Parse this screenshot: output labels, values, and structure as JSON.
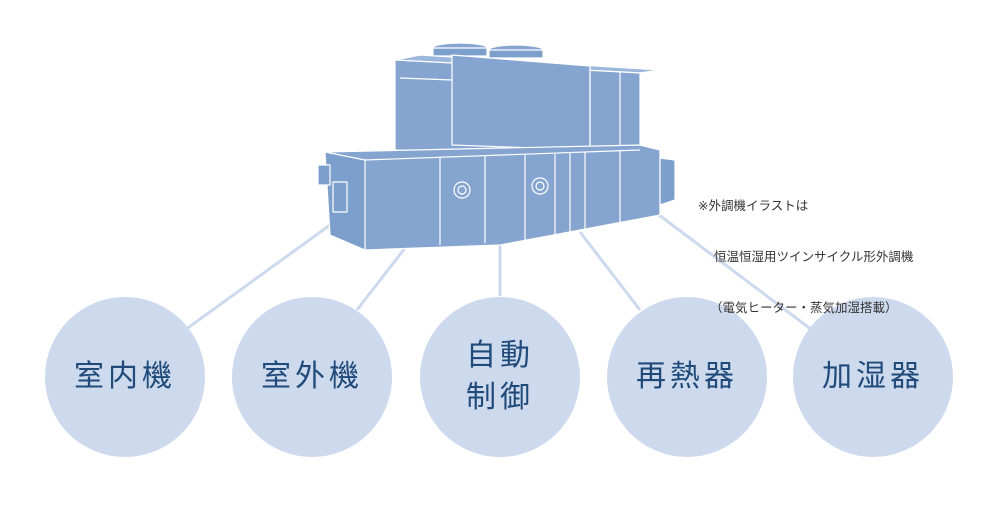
{
  "note": {
    "line1": "※外調機イラストは",
    "line2": "恒温恒湿用ツインサイクル形外調機",
    "line3": "（電気ヒーター・蒸気加湿搭載）"
  },
  "components": [
    {
      "id": "indoor-unit",
      "label": "室内機"
    },
    {
      "id": "outdoor-unit",
      "label": "室外機"
    },
    {
      "id": "auto-control",
      "label_line1": "自動",
      "label_line2": "制御"
    },
    {
      "id": "reheater",
      "label": "再熱器"
    },
    {
      "id": "humidifier",
      "label": "加湿器"
    }
  ],
  "colors": {
    "circle": "#cdd9ec",
    "connector": "#cdd9ec",
    "machine_body": "#85a5d0",
    "machine_edge": "#ffffff",
    "label_text": "#1f4a7a"
  }
}
